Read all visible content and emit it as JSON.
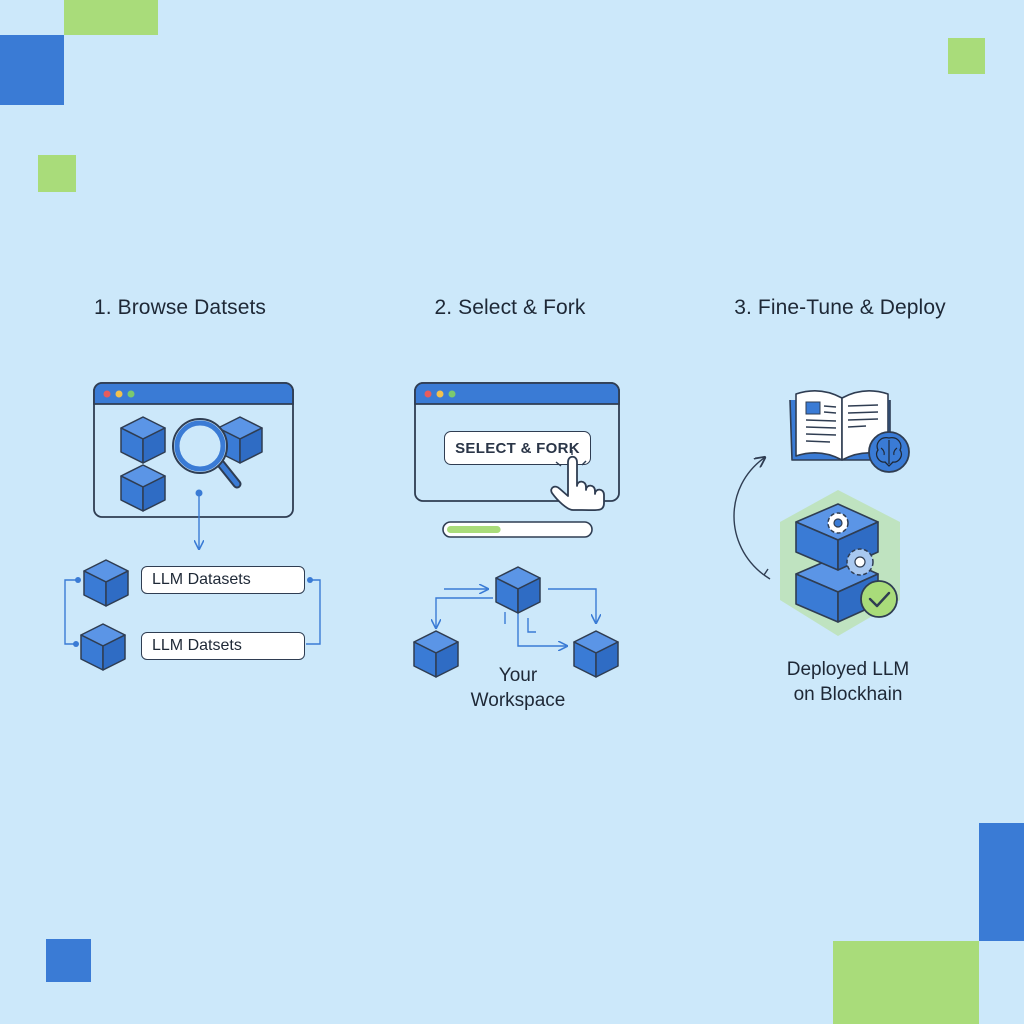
{
  "steps": [
    {
      "title": "1. Browse Datsets"
    },
    {
      "title": "2. Select & Fork"
    },
    {
      "title": "3. Fine-Tune & Deploy"
    }
  ],
  "step1": {
    "dataset_rows": [
      {
        "label": "LLM Datasets",
        "icon": "lock-icon"
      },
      {
        "label": "LLM Datsets",
        "icon": "arrow-right-icon"
      }
    ]
  },
  "step2": {
    "button_label": "SELECT & FORK",
    "progress": 0.38,
    "workspace_line1": "Your",
    "workspace_line2": "Workspace"
  },
  "step3": {
    "caption_line1": "Deployed LLM",
    "caption_line2": "on Blockhain"
  },
  "colors": {
    "background": "#cce8fa",
    "accent_blue": "#3a7bd5",
    "accent_green": "#a9dc7a",
    "outline": "#2f3d52"
  }
}
